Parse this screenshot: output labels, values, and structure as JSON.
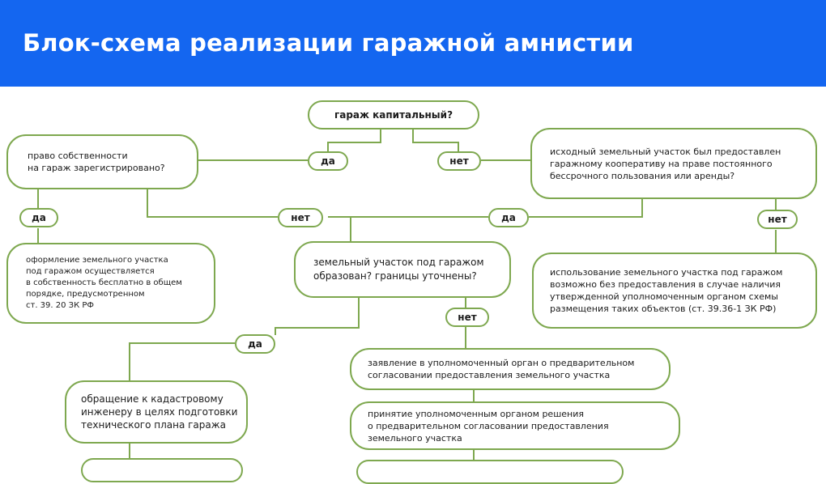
{
  "title": "Блок-схема реализации гаражной амнистии",
  "colors": {
    "header": "#1466f0",
    "border": "#7ea84f"
  },
  "nodes": {
    "q_capital": "гараж капитальный?",
    "q_ownership": "право собственности\nна гараж зарегистрировано?",
    "q_land_granted": "исходный земельный участок был предоставлен\nгаражному кооперативу на праве постоянного\nбессрочного пользования или аренды?",
    "free_ownership": "оформление земельного участка\nпод гаражом осуществляется\nв собственность бесплатно в общем\nпорядке, предусмотренном\nст. 39. 20 ЗК РФ",
    "q_land_formed": "земельный участок  под гаражом\nобразован? границы уточнены?",
    "land_use": "использование земельного участка под гаражом\nвозможно без предоставления в случае наличия\nутвержденной уполномоченным органом схемы\nразмещения таких объектов (ст. 39.36-1 ЗК РФ)",
    "engineer": "обращение к кадастровому\nинженеру в целях подготовки\nтехнического плана гаража",
    "application": "заявление в уполномоченный орган о предварительном\nсогласовании предоставления земельного участка",
    "decision": "принятие уполномоченным органом решения\nо предварительном согласовании предоставления\nземельного участка"
  },
  "labels": {
    "yes": "да",
    "no": "нет"
  }
}
